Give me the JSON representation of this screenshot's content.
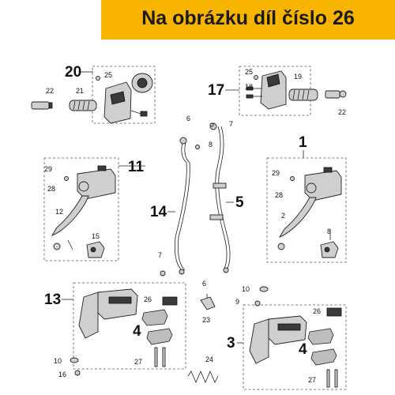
{
  "header": {
    "title": "Na obrázku díl číslo 26",
    "bg_color": "#f7b500"
  },
  "callouts": {
    "c1": "1",
    "c2": "2",
    "c3": "3",
    "c4a": "4",
    "c4b": "4",
    "c5": "5",
    "c6a": "6",
    "c6b": "6",
    "c7a": "7",
    "c7b": "7",
    "c8a": "8",
    "c8b": "8",
    "c9": "9",
    "c10a": "10",
    "c10b": "10",
    "c11": "11",
    "c12": "12",
    "c13": "13",
    "c14": "14",
    "c15": "15",
    "c16": "16",
    "c17": "17",
    "c18": "18",
    "c19": "19",
    "c20": "20",
    "c21": "21",
    "c22a": "22",
    "c22b": "22",
    "c23": "23",
    "c24": "24",
    "c25a": "25",
    "c25b": "25",
    "c26a": "26",
    "c26b": "26",
    "c27a": "27",
    "c27b": "27",
    "c28a": "28",
    "c28b": "28",
    "c29a": "29",
    "c29b": "29"
  }
}
